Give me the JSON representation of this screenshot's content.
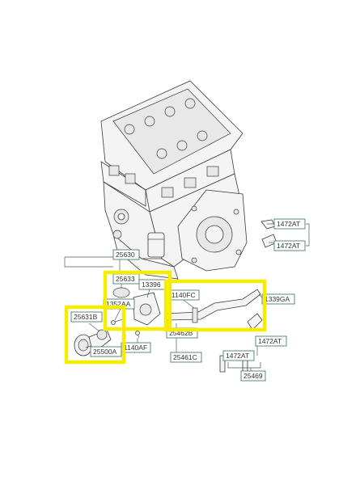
{
  "parts": [
    {
      "id": "p-1472AT-a",
      "label": "1472AT"
    },
    {
      "id": "p-1472AT-b",
      "label": "1472AT"
    },
    {
      "id": "p-25630",
      "label": "25630"
    },
    {
      "id": "p-25633",
      "label": "25633"
    },
    {
      "id": "p-13396",
      "label": "13396"
    },
    {
      "id": "p-1140FC",
      "label": "1140FC"
    },
    {
      "id": "p-1339GA",
      "label": "1339GA"
    },
    {
      "id": "p-1352AA",
      "label": "1352AA"
    },
    {
      "id": "p-25631B",
      "label": "25631B"
    },
    {
      "id": "p-25500A",
      "label": "25500A"
    },
    {
      "id": "p-1140AF",
      "label": "1140AF"
    },
    {
      "id": "p-25462B",
      "label": "25462B"
    },
    {
      "id": "p-25461C",
      "label": "25461C"
    },
    {
      "id": "p-1472AT-c",
      "label": "1472AT"
    },
    {
      "id": "p-1472AT-d",
      "label": "1472AT"
    },
    {
      "id": "p-25469",
      "label": "25469"
    }
  ],
  "colors": {
    "highlight": "#f5ec00",
    "label_box": "#4a7f6a",
    "line_art": "#3b3b3b"
  }
}
